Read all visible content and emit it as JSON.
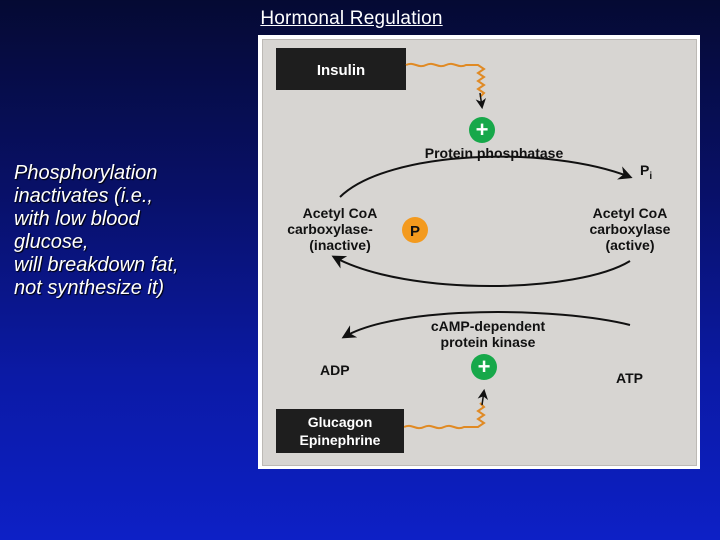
{
  "title": "Hormonal Regulation",
  "body_lines": [
    "Phosphorylation",
    "inactivates (i.e.,",
    "with low blood",
    "glucose,",
    "will breakdown fat,",
    "not synthesize it)"
  ],
  "diagram": {
    "top_hormone": "Insulin",
    "bottom_hormone_line1": "Glucagon",
    "bottom_hormone_line2": "Epinephrine",
    "plus_sign": "+",
    "phosphatase": "Protein phosphatase",
    "pi": "P",
    "pi_sub": "i",
    "inactive_line1": "Acetyl CoA",
    "inactive_line2": "carboxylase-",
    "inactive_line3": "(inactive)",
    "phosphate_badge": "P",
    "active_line1": "Acetyl CoA",
    "active_line2": "carboxylase",
    "active_line3": "(active)",
    "kinase_line1": "cAMP-dependent",
    "kinase_line2": "protein kinase",
    "adp": "ADP",
    "atp": "ATP",
    "colors": {
      "hormone_box": "#1e1e1e",
      "plus_circle": "#17a84a",
      "phosphate_circle": "#f39a1e",
      "squiggle": "#e08a24"
    }
  }
}
